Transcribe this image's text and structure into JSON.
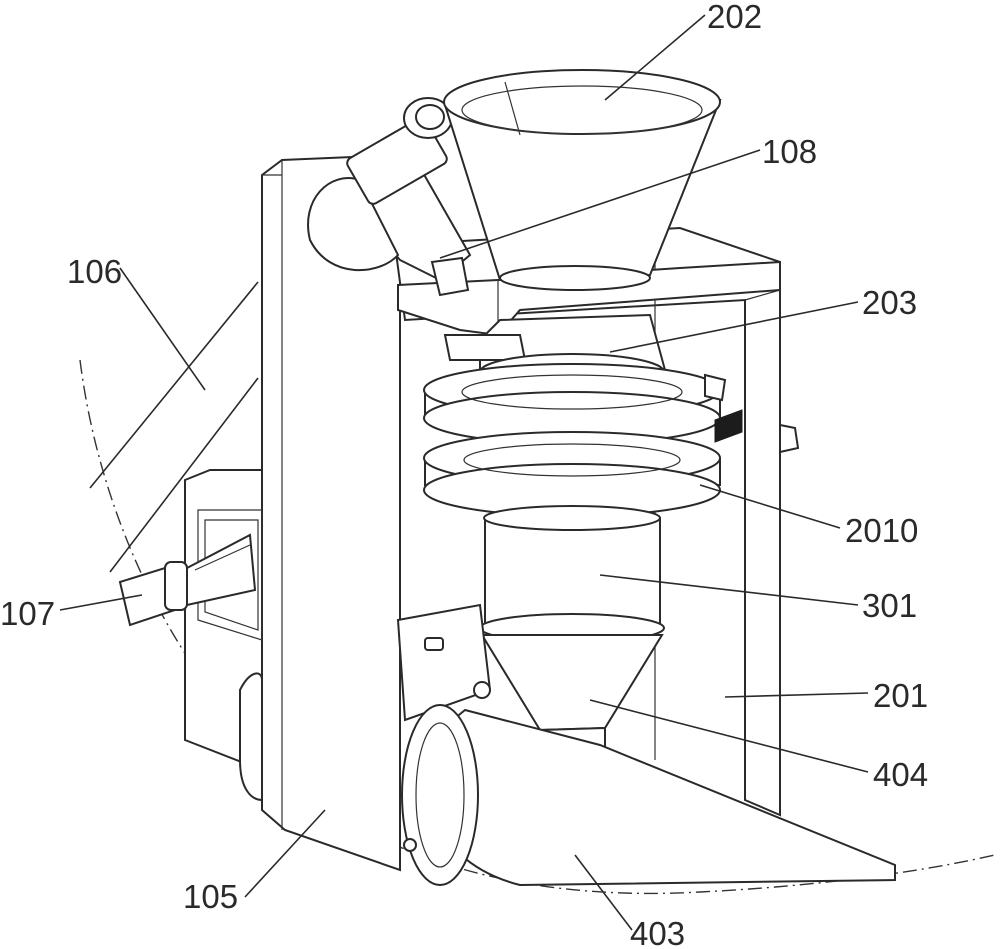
{
  "labels": {
    "l202": "202",
    "l108": "108",
    "l106": "106",
    "l203": "203",
    "l2010": "2010",
    "l107": "107",
    "l301": "301",
    "l201": "201",
    "l404": "404",
    "l105": "105",
    "l403": "403"
  }
}
